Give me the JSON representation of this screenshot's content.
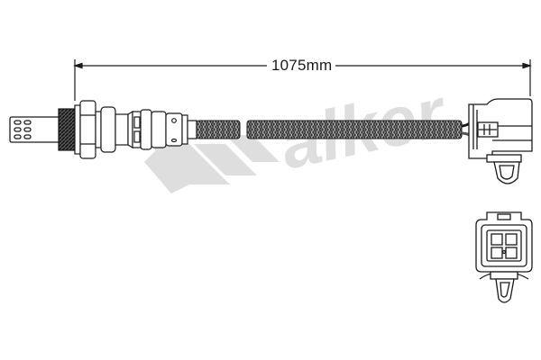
{
  "diagram": {
    "type": "oxygen-sensor-technical-drawing",
    "dimension": {
      "label": "1075mm",
      "from": "sensor-hex-base",
      "to": "connector-end"
    },
    "watermark": {
      "text": "Walker",
      "color": "#dcdcdc"
    },
    "parts": [
      {
        "name": "sensor-tip",
        "description": "slotted protective shield"
      },
      {
        "name": "threaded-body"
      },
      {
        "name": "hex-nut"
      },
      {
        "name": "sensor-housing"
      },
      {
        "name": "grommet-sleeve"
      },
      {
        "name": "braided-cable-segment-1"
      },
      {
        "name": "braided-cable-segment-2"
      },
      {
        "name": "electrical-connector-side-view"
      },
      {
        "name": "electrical-connector-front-view",
        "pins": 4
      }
    ],
    "colors": {
      "line": "#1a1a1a",
      "braid_dark": "#3a3a3a",
      "braid_light": "#9a9a9a",
      "background": "#ffffff"
    }
  }
}
